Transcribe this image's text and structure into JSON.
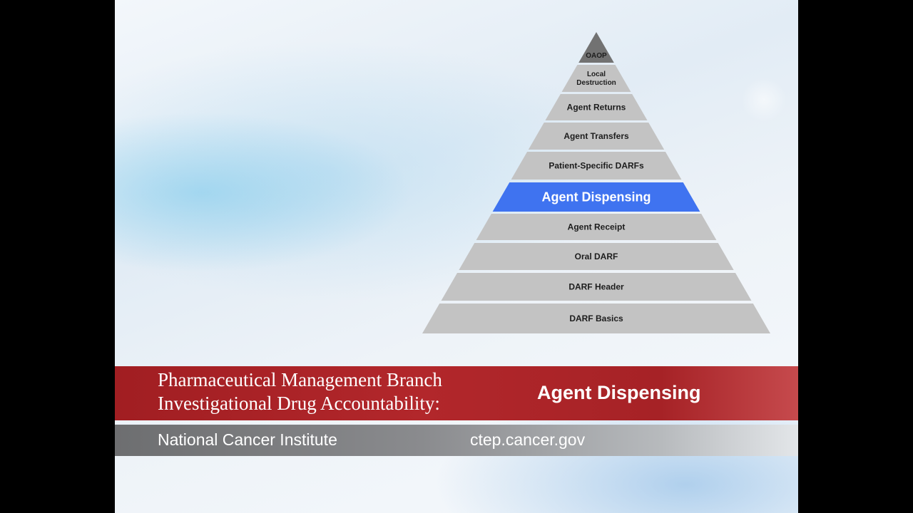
{
  "pyramid": {
    "tiers": [
      "OAOP",
      "Local Destruction",
      "Agent Returns",
      "Agent Transfers",
      "Patient-Specific DARFs",
      "Agent Dispensing",
      "Agent Receipt",
      "Oral DARF",
      "DARF Header",
      "DARF Basics"
    ],
    "active_tier": "Agent Dispensing",
    "colors": {
      "tier": "#c3c3c3",
      "apex": "#727272",
      "active": "#3f73f0"
    }
  },
  "title_bar": {
    "line1": "Pharmaceutical Management Branch",
    "line2": "Investigational Drug Accountability:",
    "topic": "Agent Dispensing",
    "color": "#ab2226"
  },
  "footer_bar": {
    "organization": "National Cancer Institute",
    "website": "ctep.cancer.gov"
  }
}
